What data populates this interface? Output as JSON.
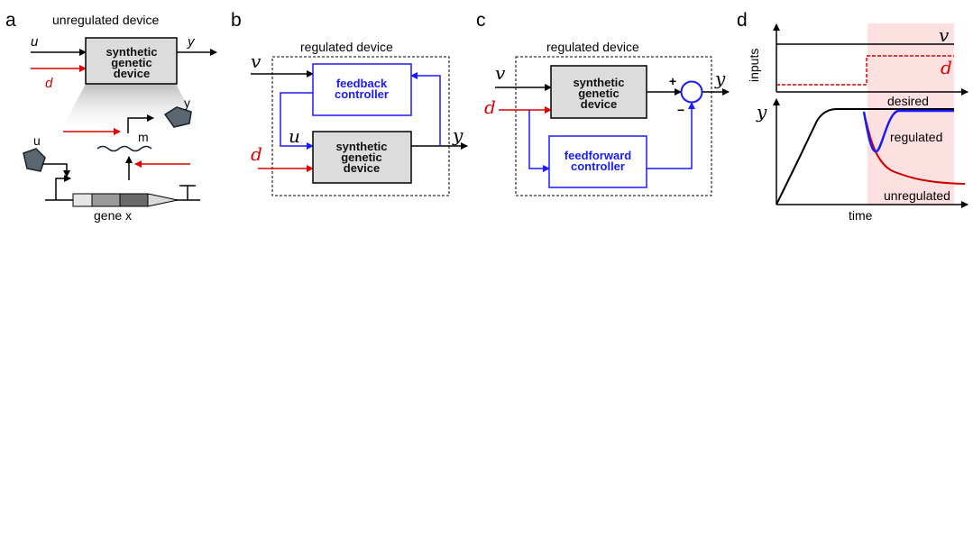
{
  "panels": {
    "a": {
      "letter": "a",
      "title": "unregulated device",
      "input_u": "u",
      "input_d": "d",
      "output_y": "y",
      "box_lines": [
        "synthetic",
        "genetic",
        "device"
      ],
      "protein_y": "y",
      "mrna_m": "m",
      "protein_u": "u",
      "gene_label": "gene x"
    },
    "b": {
      "letter": "b",
      "title": "regulated device",
      "v": "v",
      "d": "d",
      "u": "u",
      "y": "y",
      "controller_lines": [
        "feedback",
        "controller"
      ],
      "device_lines": [
        "synthetic",
        "genetic",
        "device"
      ]
    },
    "c": {
      "letter": "c",
      "title": "regulated device",
      "v": "v",
      "d": "d",
      "y": "y",
      "plus": "+",
      "minus": "−",
      "device_lines": [
        "synthetic",
        "genetic",
        "device"
      ],
      "controller_lines": [
        "feedforward",
        "controller"
      ]
    },
    "d": {
      "letter": "d",
      "inputs_label": "inputs",
      "v": "v",
      "d": "d",
      "y_label": "y",
      "desired": "desired",
      "regulated": "regulated",
      "unregulated": "unregulated",
      "time_label": "time"
    }
  },
  "colors": {
    "black": "#000000",
    "red": "#e00000",
    "blue": "#1a1aff",
    "device_fill": "#dcdcdc",
    "shade": "#fde0e0"
  }
}
